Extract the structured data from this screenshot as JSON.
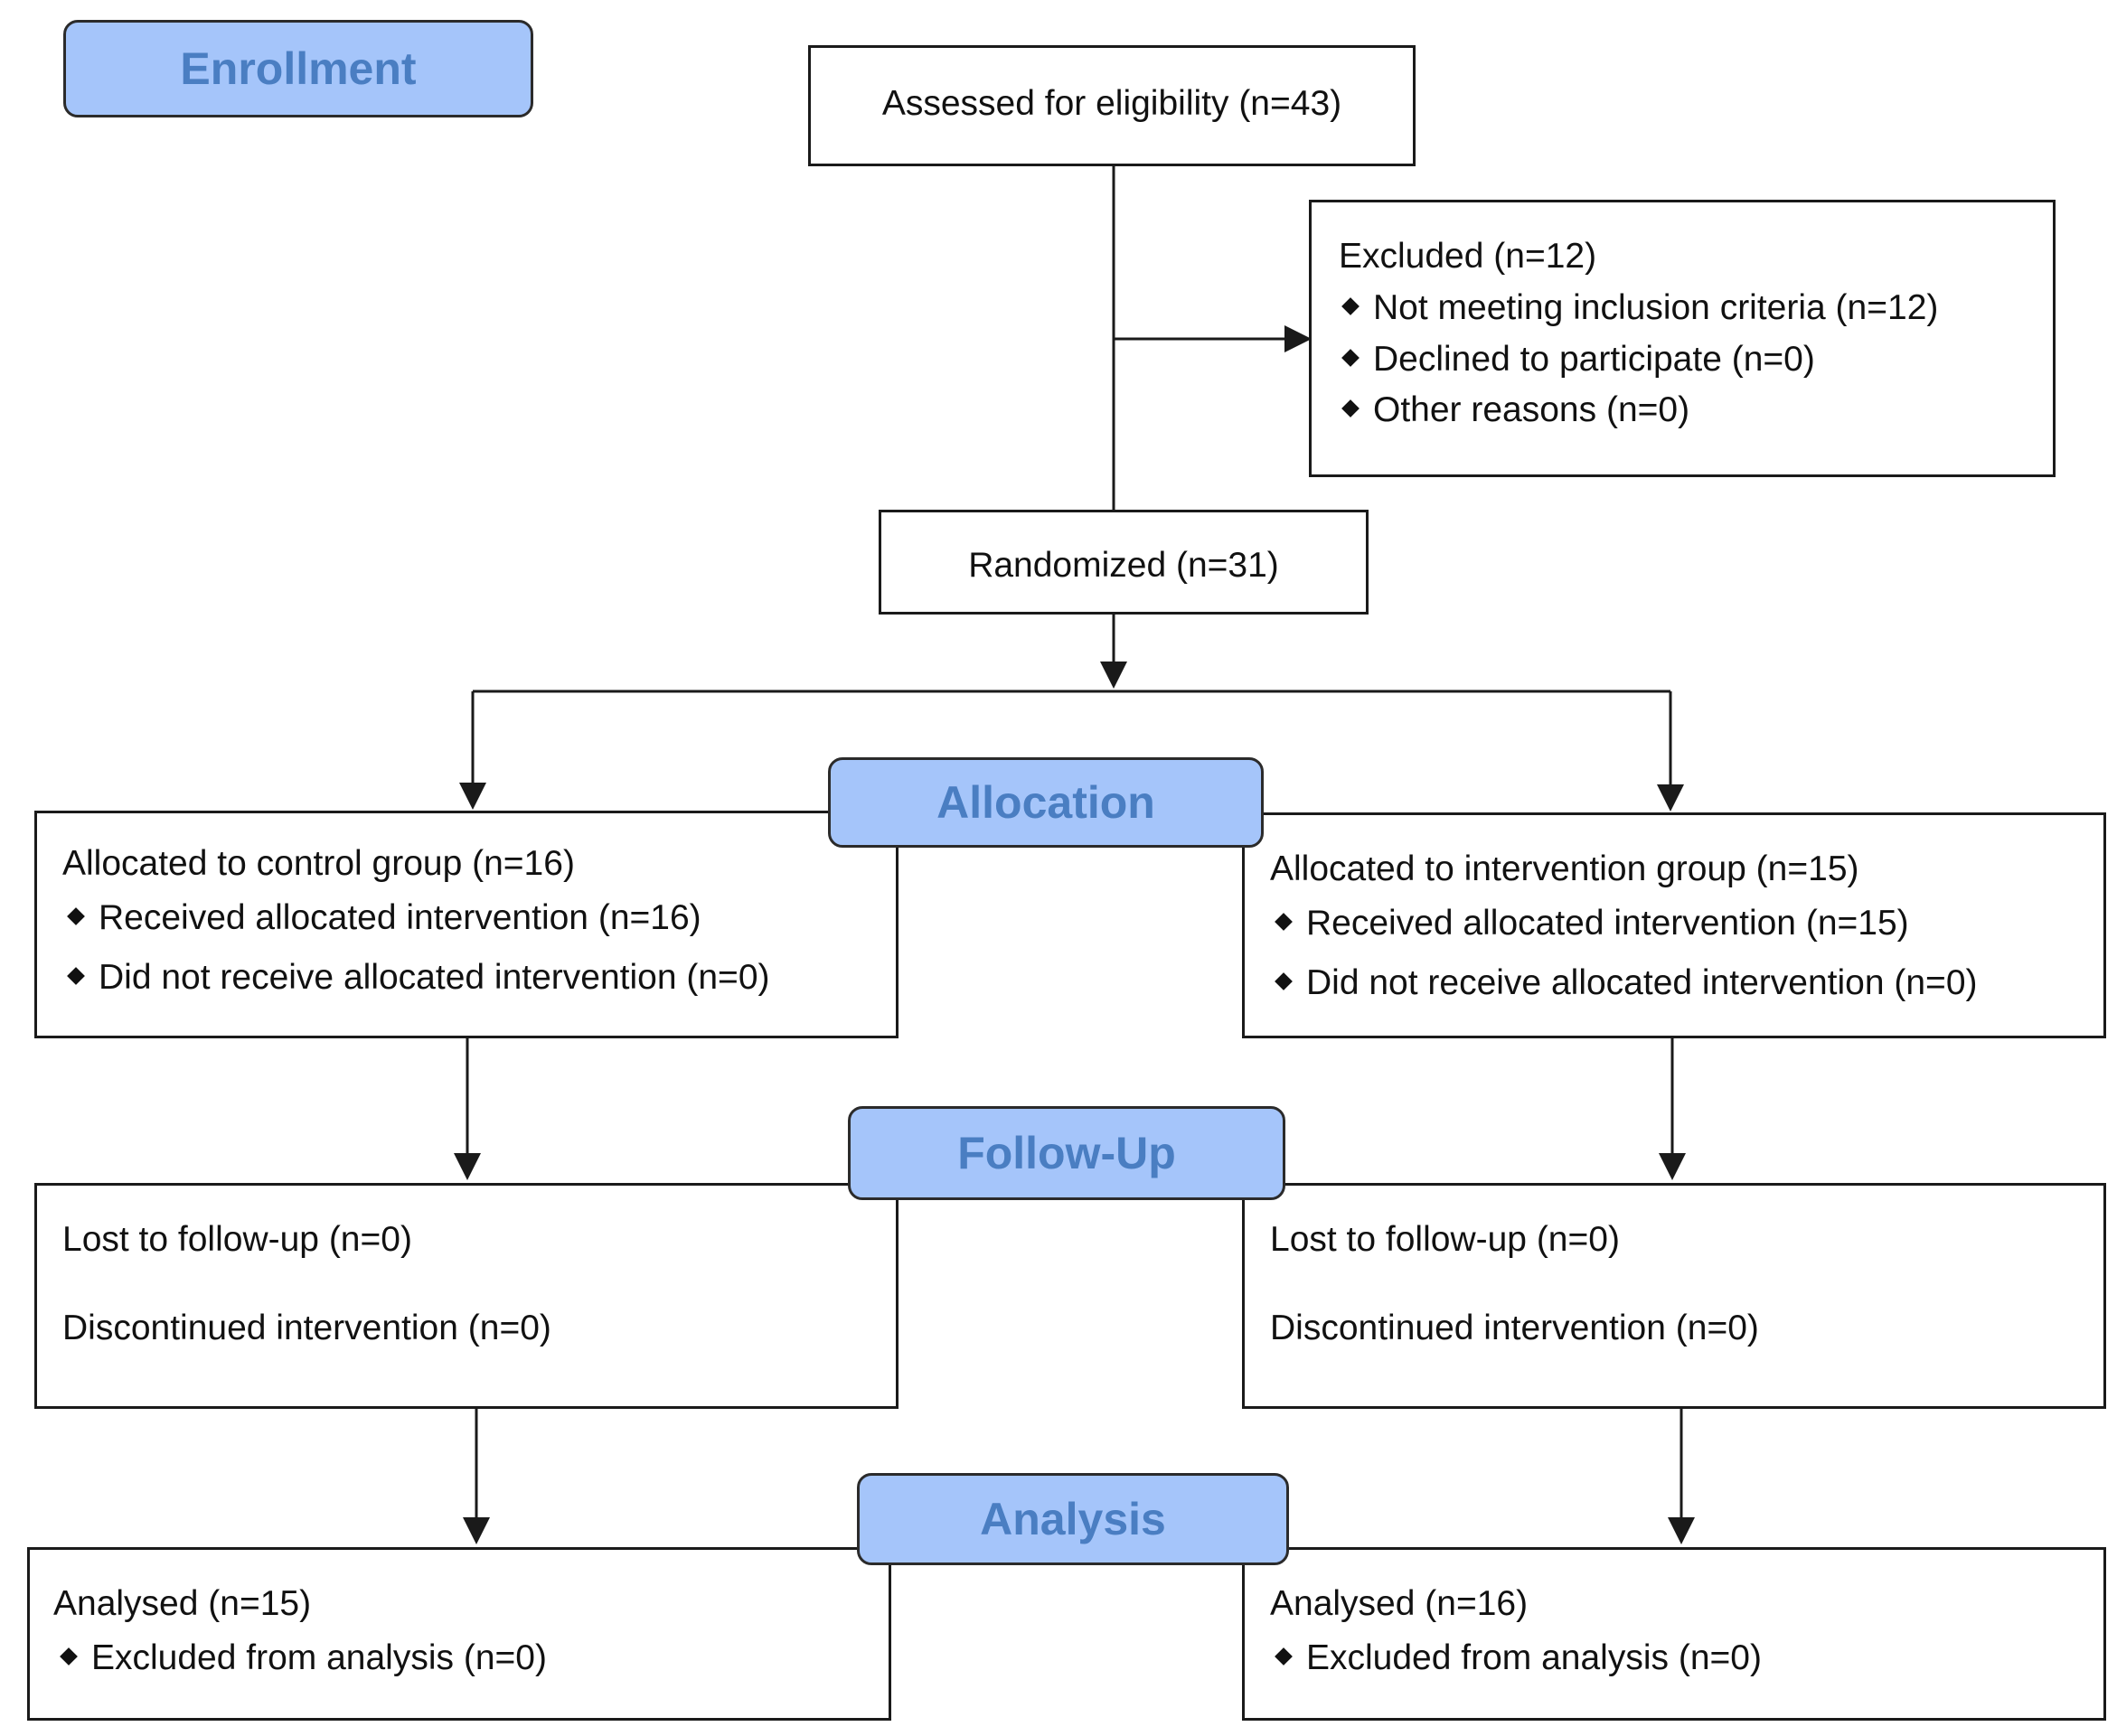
{
  "stages": {
    "enrollment": "Enrollment",
    "allocation": "Allocation",
    "follow_up": "Follow-Up",
    "analysis": "Analysis"
  },
  "assessed": "Assessed for eligibility (n=43)",
  "excluded": {
    "title": "Excluded  (n=12)",
    "reasons": [
      "Not meeting inclusion criteria (n=12)",
      "Declined to participate (n=0)",
      "Other reasons (n=0)"
    ]
  },
  "randomized": "Randomized (n=31)",
  "control": {
    "allocation": {
      "title": "Allocated to control group (n=16)",
      "items": [
        "Received allocated intervention (n=16)",
        "Did not receive allocated intervention (n=0)"
      ]
    },
    "follow_up": {
      "lost": "Lost to follow-up (n=0)",
      "discontinued": "Discontinued intervention (n=0)"
    },
    "analysis": {
      "title": "Analysed  (n=15)",
      "excluded": "Excluded from analysis (n=0)"
    }
  },
  "intervention": {
    "allocation": {
      "title": "Allocated to intervention group (n=15)",
      "items": [
        "Received allocated intervention (n=15)",
        "Did not receive allocated intervention (n=0)"
      ]
    },
    "follow_up": {
      "lost": "Lost to follow-up (n=0)",
      "discontinued": "Discontinued intervention (n=0)"
    },
    "analysis": {
      "title": "Analysed  (n=16)",
      "excluded": "Excluded from analysis (n=0)"
    }
  }
}
